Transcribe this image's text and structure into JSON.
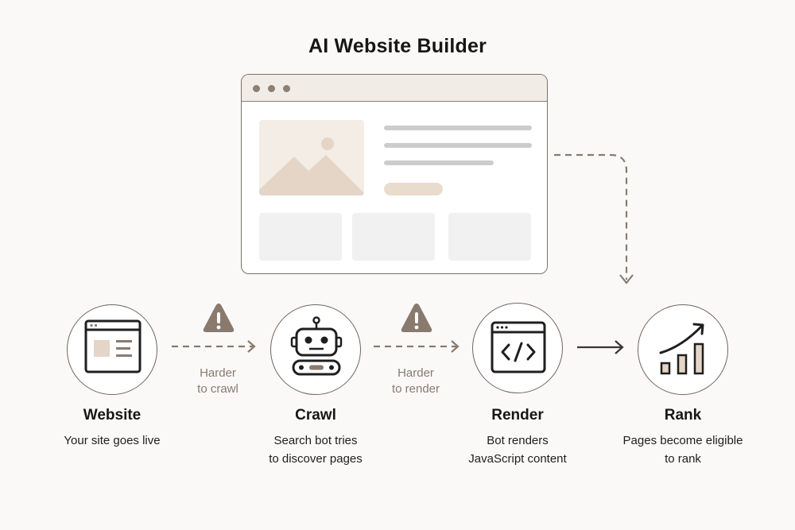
{
  "title": "AI Website Builder",
  "colors": {
    "accent": "#8a7a6e",
    "outline": "#6f6660",
    "mockup_fill": "#f3ede6",
    "background": "#fbf9f8"
  },
  "steps": [
    {
      "icon": "website-layout-icon",
      "title": "Website",
      "desc_lines": [
        "Your site goes live"
      ]
    },
    {
      "icon": "robot-icon",
      "title": "Crawl",
      "desc_lines": [
        "Search bot tries",
        "to discover pages"
      ]
    },
    {
      "icon": "code-window-icon",
      "title": "Render",
      "desc_lines": [
        "Bot renders",
        "JavaScript content"
      ]
    },
    {
      "icon": "bar-chart-growth-icon",
      "title": "Rank",
      "desc_lines": [
        "Pages become eligible",
        "to rank"
      ]
    }
  ],
  "connectors": [
    {
      "style": "dashed",
      "warning": true,
      "label_lines": [
        "Harder",
        "to crawl"
      ]
    },
    {
      "style": "dashed",
      "warning": true,
      "label_lines": [
        "Harder",
        "to render"
      ]
    },
    {
      "style": "solid",
      "warning": false,
      "label_lines": []
    }
  ]
}
